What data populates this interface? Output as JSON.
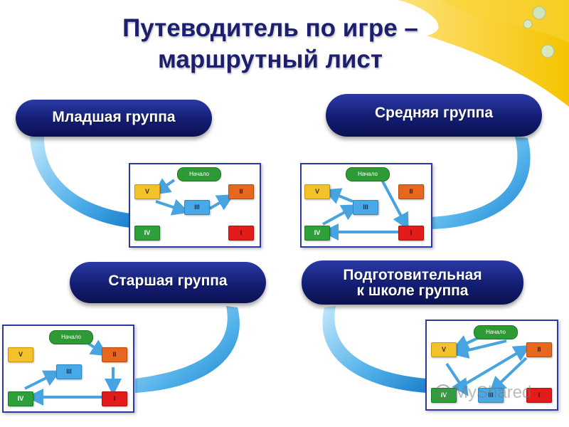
{
  "title": {
    "line1": "Путеводитель по игре –",
    "line2": "маршрутный лист"
  },
  "colors": {
    "pill_dark": "#131d72",
    "frame_border": "#2d3aa0",
    "arrow_blue": "#48a4e0",
    "stage_V": "#f3c12a",
    "stage_II": "#e6671e",
    "stage_III": "#49a9e6",
    "stage_IV": "#2ea03a",
    "stage_I": "#e31b1b",
    "start_green": "#2e9a35",
    "background_wave": "#f7cf1e"
  },
  "groups": {
    "junior": {
      "label": "Младшая группа"
    },
    "middle": {
      "label": "Средняя группа"
    },
    "senior": {
      "label": "Старшая группа"
    },
    "prep": {
      "line1": "Подготовительная",
      "line2": "к школе группа"
    }
  },
  "diagram": {
    "start_label": "Начало",
    "stages": {
      "V": "V",
      "II": "II",
      "III": "III",
      "IV": "IV",
      "I": "I"
    }
  },
  "watermark": {
    "text": "MyShared",
    "icon": "share-icon"
  }
}
